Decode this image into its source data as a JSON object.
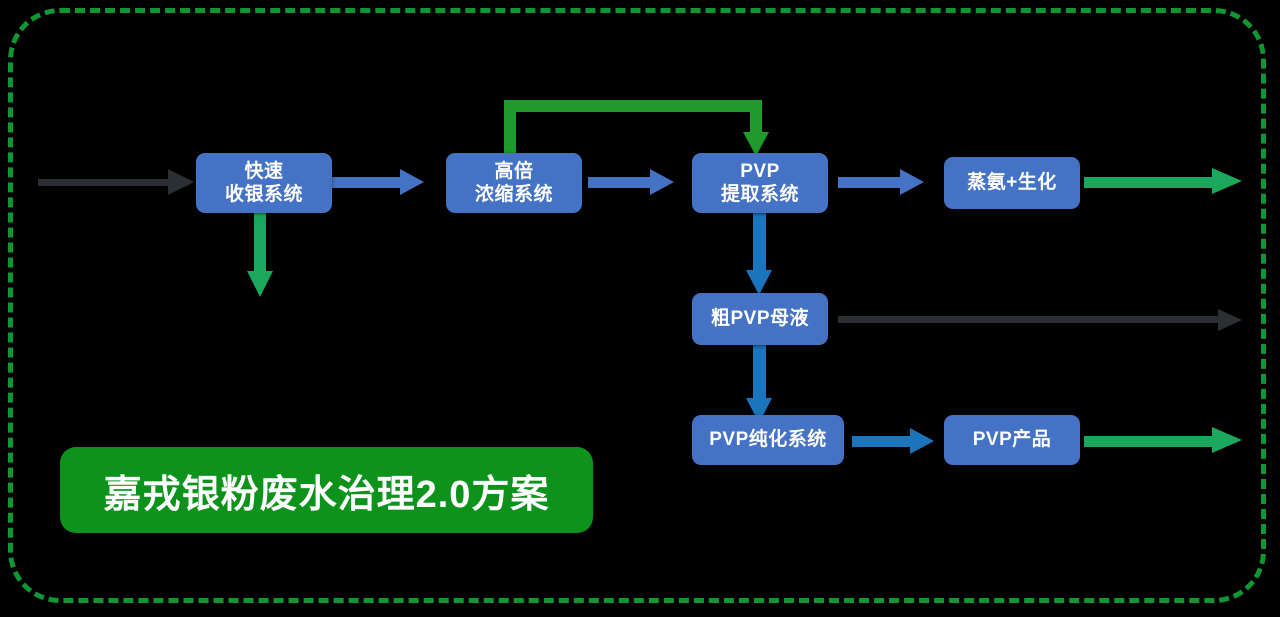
{
  "diagram": {
    "title_banner": "嘉戎银粉废水治理2.0方案",
    "background_color": "#000000",
    "frame_color": "#109632",
    "node_color": "#4472C4",
    "node_text_color": "#FFFFFF",
    "arrow_blue": "#4472C4",
    "arrow_blue_dark": "#1B75BC",
    "arrow_green_emerald": "#1BA85C",
    "arrow_green_forest": "#1E9A2E",
    "arrow_gray": "#2B2F33",
    "nodes": [
      {
        "id": "fast-collect",
        "line1": "快速",
        "line2": "收银系统"
      },
      {
        "id": "concentrate",
        "line1": "高倍",
        "line2": "浓缩系统"
      },
      {
        "id": "pvp-extract",
        "line1": "PVP",
        "line2": "提取系统"
      },
      {
        "id": "ammonia-bio",
        "line1": "蒸氨+生化",
        "line2": ""
      },
      {
        "id": "crude-pvp",
        "line1": "粗PVP母液",
        "line2": ""
      },
      {
        "id": "pvp-purify",
        "line1": "PVP纯化系统",
        "line2": ""
      },
      {
        "id": "pvp-product",
        "line1": "PVP产品",
        "line2": ""
      }
    ]
  }
}
